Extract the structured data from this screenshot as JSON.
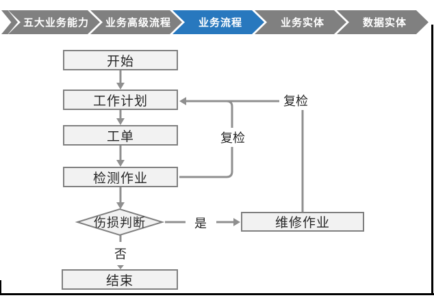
{
  "nav": {
    "items": [
      {
        "label": "五大业务能力",
        "state": "inactive"
      },
      {
        "label": "业务高级流程",
        "state": "inactive"
      },
      {
        "label": "业务流程",
        "state": "active"
      },
      {
        "label": "业务实体",
        "state": "inactive"
      },
      {
        "label": "数据实体",
        "state": "inactive"
      }
    ]
  },
  "flowchart": {
    "nodes": {
      "start": "开始",
      "plan": "工作计划",
      "order": "工单",
      "inspect": "检测作业",
      "decision": "伤损判断",
      "repair": "维修作业",
      "end": "结束"
    },
    "edge_labels": {
      "yes": "是",
      "no": "否",
      "recheck_inner": "复检",
      "recheck_outer": "复检"
    }
  },
  "colors": {
    "nav_active": "#2878BE",
    "nav_inactive": "#808080",
    "node_fill": "#F2F2F2",
    "node_border": "#7F7F7F",
    "connector": "#8F8F8F",
    "frame": "#000000"
  }
}
